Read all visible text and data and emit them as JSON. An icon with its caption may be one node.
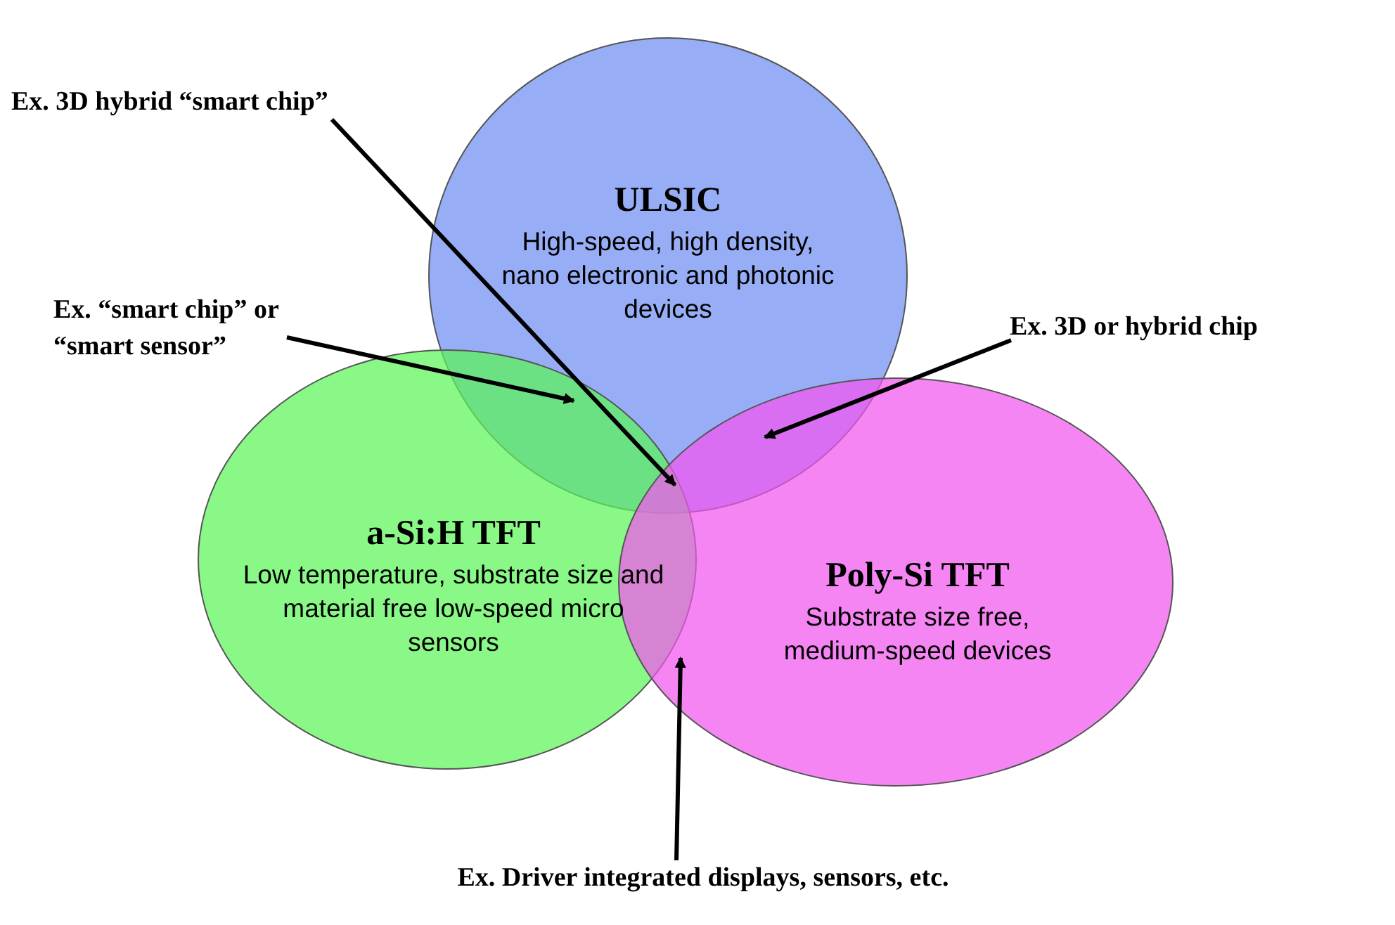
{
  "diagram": {
    "nodes": [
      {
        "text": [
          "ULSIC",
          "High-speed, high density, nano electronic and photonic devices"
        ]
      },
      {
        "text": [
          "a-Si:H TFT",
          "Low temperature, substrate size and material free low-speed micro sensors"
        ]
      },
      {
        "text": [
          "Poly-Si TFT",
          "Substrate size free, medium-speed devices"
        ]
      },
      {
        "text": [
          "Ex. 3D hybrid “smart chip”"
        ]
      },
      {
        "text": [
          "Ex. “smart chip” or “smart sensor”"
        ]
      },
      {
        "text": [
          "Ex. 3D or hybrid chip"
        ]
      },
      {
        "text": [
          "Ex. Driver integrated displays, sensors, etc."
        ]
      }
    ],
    "edges": [
      {
        "from": 3,
        "to": 1,
        "arrow": "to"
      },
      {
        "from": 4,
        "to": 1,
        "arrow": "to"
      },
      {
        "from": 5,
        "to": 2,
        "arrow": "to"
      },
      {
        "from": 6,
        "to": 1,
        "arrow": "to"
      }
    ]
  }
}
